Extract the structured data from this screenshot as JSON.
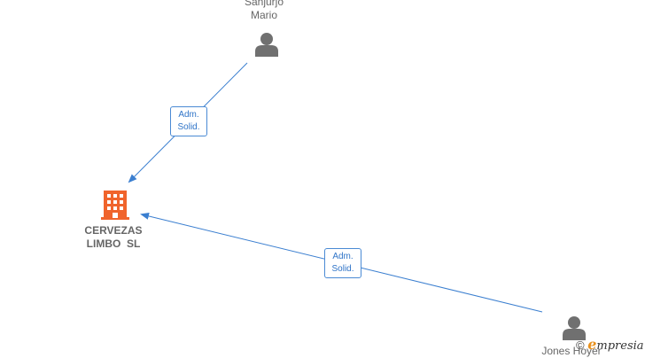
{
  "nodes": {
    "person_top": {
      "line1": "Sanjurjo",
      "line2": "Mario"
    },
    "company": {
      "line1": "CERVEZAS",
      "line2": "LIMBO  SL"
    },
    "person_bottom": {
      "line1": "Jones Hoyer"
    }
  },
  "edges": {
    "top_label": {
      "line1": "Adm.",
      "line2": "Solid."
    },
    "bottom_label": {
      "line1": "Adm.",
      "line2": "Solid."
    }
  },
  "watermark": {
    "copyright": "©",
    "brand_initial": "e",
    "brand_rest": "mpresia"
  },
  "colors": {
    "edge": "#3b7fd0",
    "person_icon": "#707070",
    "company_icon": "#f0642c",
    "label_text": "#666666"
  },
  "icons": {
    "person": "person-icon",
    "company": "building-icon"
  }
}
